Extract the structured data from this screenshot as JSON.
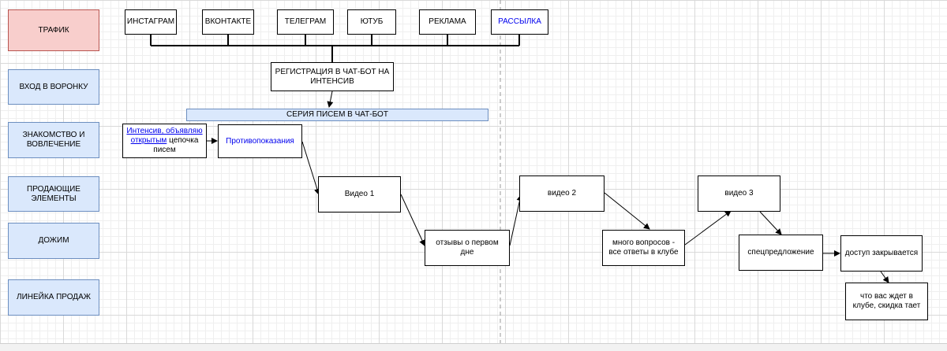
{
  "stages": {
    "traffic": "ТРАФИК",
    "funnel_entry": "ВХОД В ВОРОНКУ",
    "engagement": "ЗНАКОМСТВО И ВОВЛЕЧЕНИЕ",
    "selling": "ПРОДАЮЩИЕ ЭЛЕМЕНТЫ",
    "push": "ДОЖИМ",
    "product_line": "ЛИНЕЙКА ПРОДАЖ"
  },
  "sources": {
    "instagram": "ИНСТАГРАМ",
    "vkontakte": "ВКОНТАКТЕ",
    "telegram": "ТЕЛЕГРАМ",
    "youtube": "ЮТУБ",
    "ads": "РЕКЛАМА",
    "mailing": "РАССЫЛКА"
  },
  "nodes": {
    "registration": "РЕГИСТРАЦИЯ В ЧАТ-БОТ НА ИНТЕНСИВ",
    "letters_series": "СЕРИЯ ПИСЕМ В ЧАТ-БОТ",
    "intensive_link1": "Интенсив, объявляю",
    "intensive_link2": "открытым",
    "intensive_rest": " цепочка писем",
    "contraindications": "Противопоказания",
    "video1": "Видео 1",
    "reviews": "отзывы о первом дне",
    "video2": "видео 2",
    "questions": "много вопросов - все ответы в клубе",
    "video3": "видео 3",
    "special_offer": "спецпредложение",
    "access_closing": "доступ закрывается",
    "club_waits": "что вас ждет в клубе, скидка тает"
  },
  "colors": {
    "stage_fill": "#dae8fc",
    "stage_border": "#6c8ebf",
    "traffic_fill": "#f8cecc",
    "traffic_border": "#b85450",
    "link_text": "#0000ee"
  }
}
